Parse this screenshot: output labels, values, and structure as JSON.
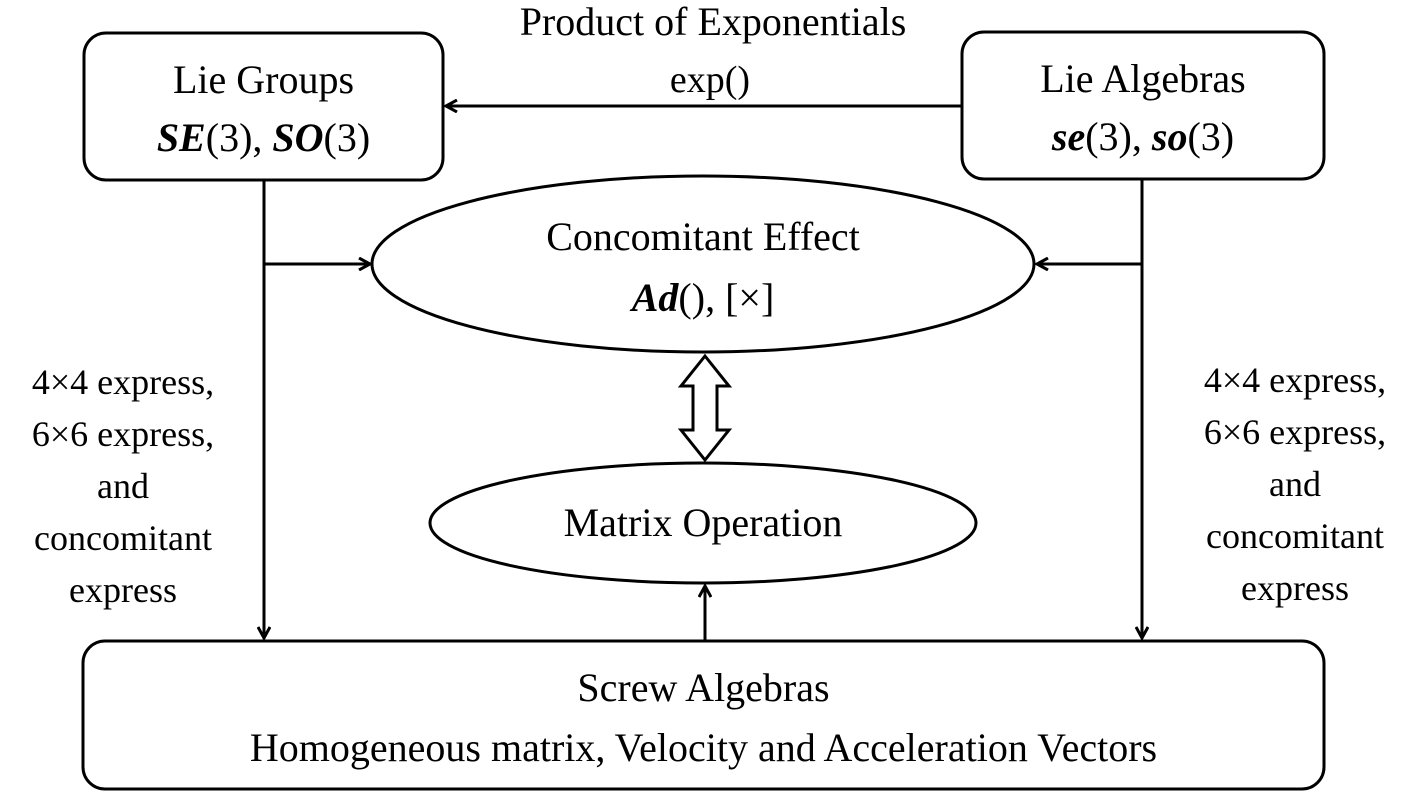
{
  "nodes": {
    "lie_groups": {
      "title": "Lie Groups",
      "sym1": "SE",
      "arg1": "(3), ",
      "sym2": "SO",
      "arg2": "(3)"
    },
    "lie_algebras": {
      "title": "Lie Algebras",
      "sym1": "se",
      "arg1": "(3), ",
      "sym2": "so",
      "arg2": "(3)"
    },
    "concomitant": {
      "title": "Concomitant Effect",
      "sym": "Ad",
      "rest": "(), [×]"
    },
    "matrix_op": {
      "title": "Matrix Operation"
    },
    "screw": {
      "title": "Screw Algebras",
      "subtitle": "Homogeneous matrix, Velocity and Acceleration Vectors"
    }
  },
  "edges": {
    "top": {
      "label1": "Product of Exponentials",
      "label2": "exp()"
    },
    "left": {
      "lines": [
        "4×4 express,",
        "6×6 express,",
        "and",
        "concomitant",
        "express"
      ]
    },
    "right": {
      "lines": [
        "4×4 express,",
        "6×6 express,",
        "and",
        "concomitant",
        "express"
      ]
    }
  }
}
